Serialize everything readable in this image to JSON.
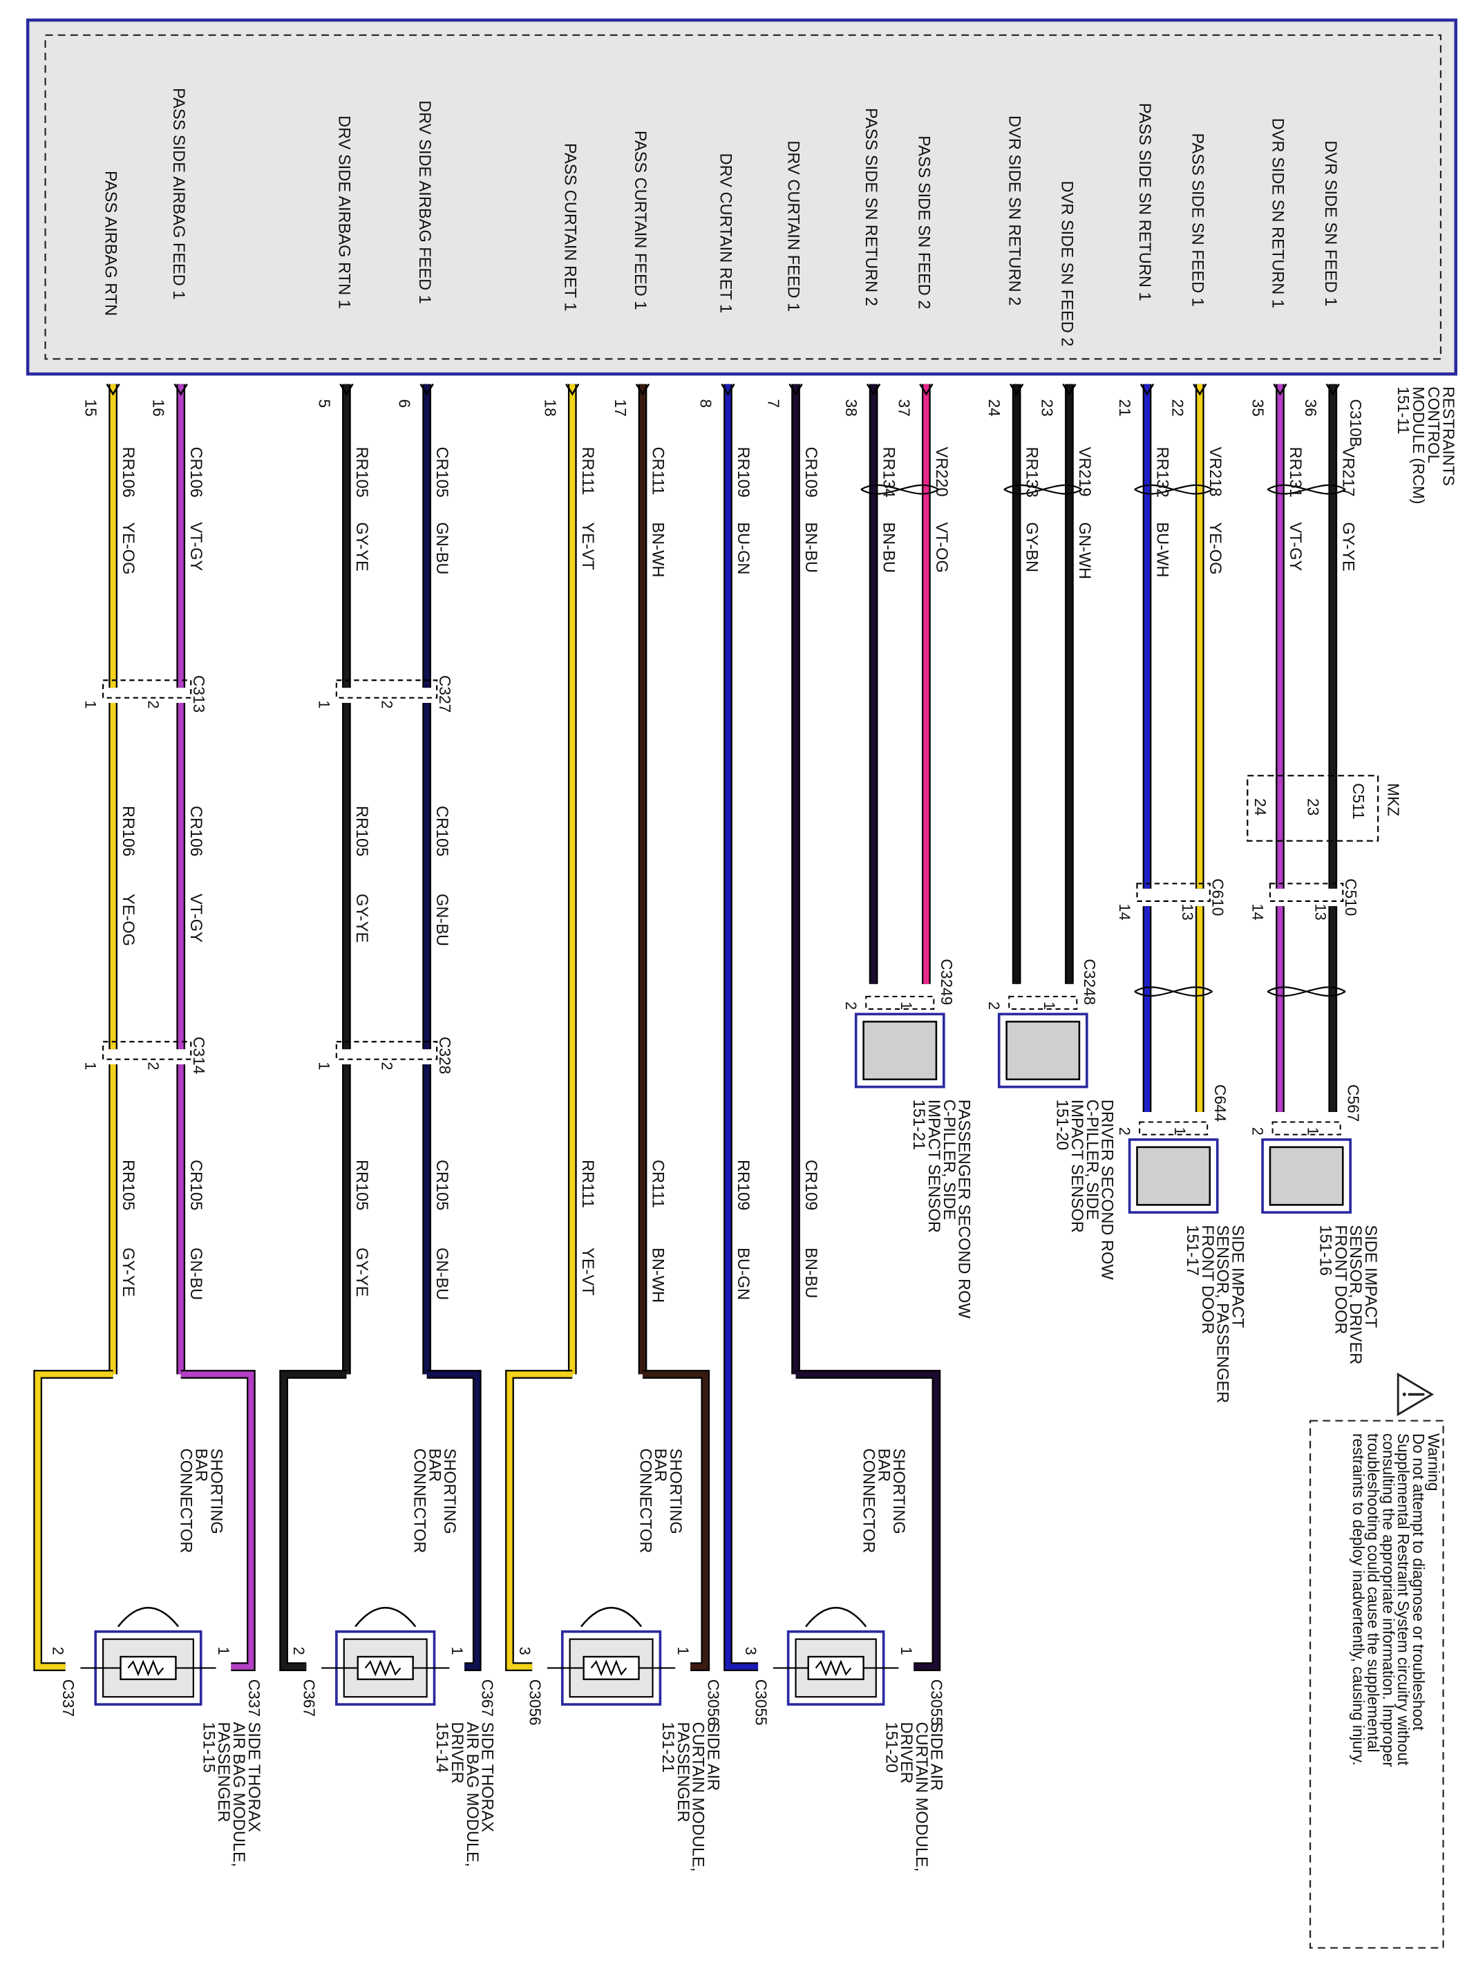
{
  "module": {
    "name_lines": [
      "RESTRAINTS",
      "CONTROL",
      "MODULE (RCM)",
      "151-11"
    ],
    "connector": "C310B",
    "pin_labels": [
      "PASS AIRBAG RTN",
      "PASS SIDE AIRBAG FEED 1",
      "DRV SIDE AIRBAG RTN 1",
      "DRV SIDE AIRBAG FEED 1",
      "PASS CURTAIN RET 1",
      "PASS CURTAIN FEED 1",
      "DRV CURTAIN RET 1",
      "DRV CURTAIN FEED 1",
      "PASS SIDE SN RETURN 2",
      "PASS SIDE SN FEED 2",
      "DVR SIDE SN RETURN 2",
      "DVR SIDE SN FEED 2",
      "PASS SIDE SN RETURN 1",
      "PASS SIDE SN FEED 1",
      "DVR SIDE SN RETURN 1",
      "DVR SIDE SN FEED 1"
    ]
  },
  "wires": [
    {
      "pin": "15",
      "circuit": "RR106",
      "color_code": "YE-OG",
      "hex": "#f2d21b",
      "stripe": "#f59a1e"
    },
    {
      "pin": "16",
      "circuit": "CR106",
      "color_code": "VT-GY",
      "hex": "#b23fc4",
      "stripe": "#9a9a9a"
    },
    {
      "pin": "5",
      "circuit": "RR105",
      "color_code": "GY-YE",
      "hex": "#1a1a1a",
      "stripe": "#f2d21b"
    },
    {
      "pin": "6",
      "circuit": "CR105",
      "color_code": "GN-BU",
      "hex": "#101050",
      "stripe": "#2a2aa0"
    },
    {
      "pin": "18",
      "circuit": "RR111",
      "color_code": "YE-VT",
      "hex": "#f2d21b",
      "stripe": "#f7e67a"
    },
    {
      "pin": "17",
      "circuit": "CR111",
      "color_code": "BN-WH",
      "hex": "#3a1a10",
      "stripe": "#c08a70"
    },
    {
      "pin": "8",
      "circuit": "RR109",
      "color_code": "BU-GN",
      "hex": "#1a1ab4",
      "stripe": "#2a2ae0"
    },
    {
      "pin": "7",
      "circuit": "CR109",
      "color_code": "BN-BU",
      "hex": "#1c0a30",
      "stripe": "#3a1a6a"
    },
    {
      "pin": "38",
      "circuit": "RR134",
      "color_code": "BN-BU",
      "hex": "#1c0a30",
      "stripe": "#3a1a6a"
    },
    {
      "pin": "37",
      "circuit": "VR220",
      "color_code": "VT-OG",
      "hex": "#e8288c",
      "stripe": "#f05aa6"
    },
    {
      "pin": "24",
      "circuit": "RR133",
      "color_code": "GY-BN",
      "hex": "#111111",
      "stripe": "#333333"
    },
    {
      "pin": "23",
      "circuit": "VR219",
      "color_code": "GN-WH",
      "hex": "#141414",
      "stripe": "#555555"
    },
    {
      "pin": "21",
      "circuit": "RR132",
      "color_code": "BU-WH",
      "hex": "#2020c8",
      "stripe": "#8080ff"
    },
    {
      "pin": "22",
      "circuit": "VR218",
      "color_code": "YE-OG",
      "hex": "#f2d21b",
      "stripe": "#f59a1e"
    },
    {
      "pin": "35",
      "circuit": "RR131",
      "color_code": "VT-GY",
      "hex": "#b23fc4",
      "stripe": "#9a9a9a"
    },
    {
      "pin": "36",
      "circuit": "VR217",
      "color_code": "GY-YE",
      "hex": "#1a1a1a",
      "stripe": "#f2d21b"
    }
  ],
  "inline_connectors": {
    "c313": {
      "name": "C313",
      "pins": [
        "1",
        "2"
      ]
    },
    "c314": {
      "name": "C314",
      "pins": [
        "1",
        "2"
      ]
    },
    "c327": {
      "name": "C327",
      "pins": [
        "1",
        "2"
      ]
    },
    "c328": {
      "name": "C328",
      "pins": [
        "1",
        "2"
      ]
    },
    "c511": {
      "note": "MKZ",
      "name": "C511",
      "pins": [
        "24",
        "23"
      ]
    },
    "c510": {
      "name": "C510",
      "pins": [
        "14",
        "13"
      ]
    },
    "c610": {
      "name": "C610",
      "pins": [
        "14",
        "13"
      ]
    }
  },
  "segments": {
    "seg2": [
      {
        "circuit": "RR106",
        "color_code": "YE-OG"
      },
      {
        "circuit": "CR106",
        "color_code": "VT-GY"
      },
      {
        "circuit": "RR105",
        "color_code": "GY-YE"
      },
      {
        "circuit": "CR105",
        "color_code": "GN-BU"
      }
    ],
    "seg3": [
      {
        "circuit": "RR105",
        "color_code": "GY-YE"
      },
      {
        "circuit": "CR105",
        "color_code": "GN-BU"
      },
      {
        "circuit": "RR105",
        "color_code": "GY-YE"
      },
      {
        "circuit": "CR105",
        "color_code": "GN-BU"
      }
    ],
    "long": [
      {
        "circuit": "RR111",
        "color_code": "YE-VT"
      },
      {
        "circuit": "CR111",
        "color_code": "BN-WH"
      },
      {
        "circuit": "RR109",
        "color_code": "BU-GN"
      },
      {
        "circuit": "CR109",
        "color_code": "BN-BU"
      }
    ]
  },
  "sensors": [
    {
      "connector": "C3249",
      "pins": [
        "2",
        "1"
      ],
      "label_lines": [
        "PASSENGER SECOND ROW",
        "C-PILLER, SIDE",
        "IMPACT SENSOR",
        "151-21"
      ]
    },
    {
      "connector": "C3248",
      "pins": [
        "2",
        "1"
      ],
      "label_lines": [
        "DRIVER SECOND ROW",
        "C-PILLER, SIDE",
        "IMPACT SENSOR",
        "151-20"
      ]
    },
    {
      "connector": "C644",
      "pins": [
        "2",
        "1"
      ],
      "label_lines": [
        "SIDE IMPACT",
        "SENSOR, PASSENGER",
        "FRONT DOOR",
        "151-17"
      ]
    },
    {
      "connector": "C567",
      "pins": [
        "2",
        "1"
      ],
      "label_lines": [
        "SIDE IMPACT",
        "SENSOR, DRIVER",
        "FRONT DOOR",
        "151-16"
      ]
    }
  ],
  "shorting_bar": {
    "label_lines": [
      "SHORTING",
      "BAR",
      "CONNECTOR"
    ]
  },
  "modules": [
    {
      "conn_left": "C337",
      "conn_right": "C337",
      "pin_left": "2",
      "pin_right": "1",
      "label_lines": [
        "SIDE THORAX",
        "AIR BAG MODULE,",
        "PASSENGER",
        "151-15"
      ]
    },
    {
      "conn_left": "C367",
      "conn_right": "C367",
      "pin_left": "2",
      "pin_right": "1",
      "label_lines": [
        "SIDE THORAX",
        "AIR BAG MODULE,",
        "DRIVER",
        "151-14"
      ]
    },
    {
      "conn_left": "C3056",
      "conn_right": "C3056",
      "pin_left": "3",
      "pin_right": "1",
      "label_lines": [
        "SIDE AIR",
        "CURTAIN MODULE,",
        "PASSENGER",
        "151-21"
      ]
    },
    {
      "conn_left": "C3055",
      "conn_right": "C3055",
      "pin_left": "3",
      "pin_right": "1",
      "label_lines": [
        "SIDE AIR",
        "CURTAIN MODULE,",
        "DRIVER",
        "151-20"
      ]
    }
  ],
  "warning": {
    "title": "Warning",
    "lines": [
      "Do not attempt to diagnose or troubleshoot",
      "Supplemental Restraint System circuitry without",
      "consulting the appropriate information. Improper",
      "troubleshooting could cause the supplemental",
      "restraints to deploy inadvertently, causing injury."
    ]
  },
  "colors": {
    "border_blue": "#2a2aa0",
    "module_fill": "#e6e6e6",
    "box_gray": "#cfcfcf"
  }
}
